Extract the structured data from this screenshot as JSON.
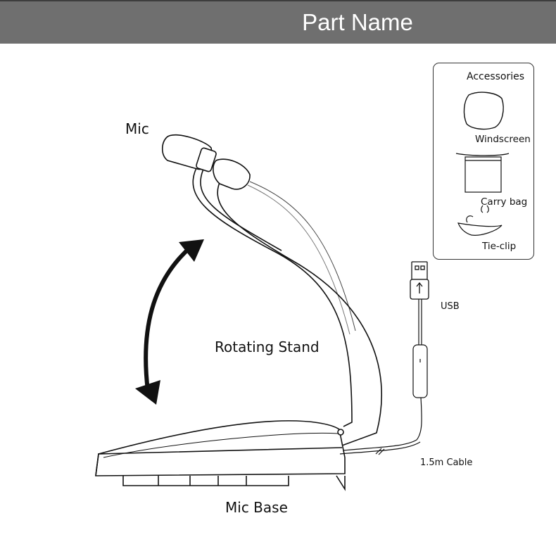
{
  "header": {
    "title": "Part Name"
  },
  "labels": {
    "mic": "Mic",
    "rotating_stand": "Rotating Stand",
    "mic_base": "Mic Base",
    "usb": "USB",
    "cable": "1.5m Cable"
  },
  "accessories": {
    "title": "Accessories",
    "items": [
      {
        "label": "Windscreen"
      },
      {
        "label": "Carry bag"
      },
      {
        "label": "Tie-clip"
      }
    ]
  },
  "colors": {
    "header_bg": "#6f6f6f",
    "header_text": "#ffffff",
    "line": "#111111"
  }
}
